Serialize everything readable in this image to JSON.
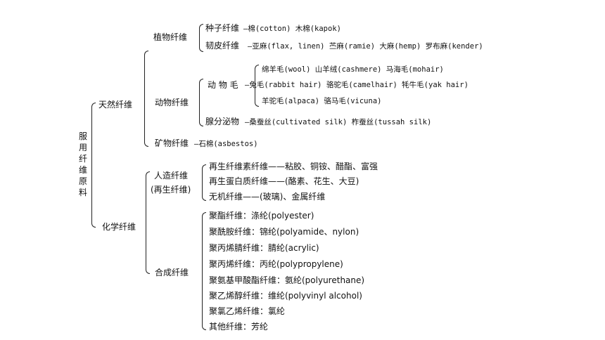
{
  "root": {
    "chars": [
      "服",
      "用",
      "纤",
      "维",
      "原",
      "料"
    ]
  },
  "natural": {
    "label": "天然纤维",
    "plant": {
      "label": "植物纤维",
      "seed": {
        "label": "种子纤维",
        "value": "—棉(cotton) 木棉(kapok)"
      },
      "bast": {
        "label": "韧皮纤维",
        "value": "—亚麻(flax, linen) 苎麻(ramie) 大麻(hemp) 罗布麻(kender)"
      }
    },
    "animal": {
      "label": "动物纤维",
      "hair": {
        "label": "动 物 毛",
        "lines": [
          "绵羊毛(wool) 山羊绒(cashmere) 马海毛(mohair)",
          "—兔毛(rabbit hair) 骆驼毛(camelhair) 牦牛毛(yak hair)",
          "羊驼毛(alpaca) 骆马毛(vicuna)"
        ]
      },
      "gland": {
        "label": "腺分泌物",
        "value": "—桑蚕丝(cultivated silk) 柞蚕丝(tussah silk)"
      }
    },
    "mineral": {
      "label": "矿物纤维",
      "value": "—石棉(asbestos)"
    }
  },
  "chemical": {
    "label": "化学纤维",
    "manmade": {
      "label": "人造纤维",
      "sublabel": "(再生纤维)",
      "items": [
        "再生纤维素纤维——粘胶、铜铵、醋酯、富强",
        "再生蛋白质纤维——(酪素、花生、大豆)",
        "无机纤维——(玻璃)、金属纤维"
      ]
    },
    "synthetic": {
      "label": "合成纤维",
      "items": [
        "聚酯纤维：涤纶(polyester)",
        "聚酰胺纤维：锦纶(polyamide、nylon)",
        "聚丙烯腈纤维：腈纶(acrylic)",
        "聚丙烯纤维：丙纶(polypropylene)",
        "聚氨基甲酸酯纤维：氨纶(polyurethane)",
        "聚乙烯醇纤维：维纶(polyvinyl alcohol)",
        "聚氯乙烯纤维：氯纶",
        "其他纤维：芳纶"
      ]
    }
  }
}
